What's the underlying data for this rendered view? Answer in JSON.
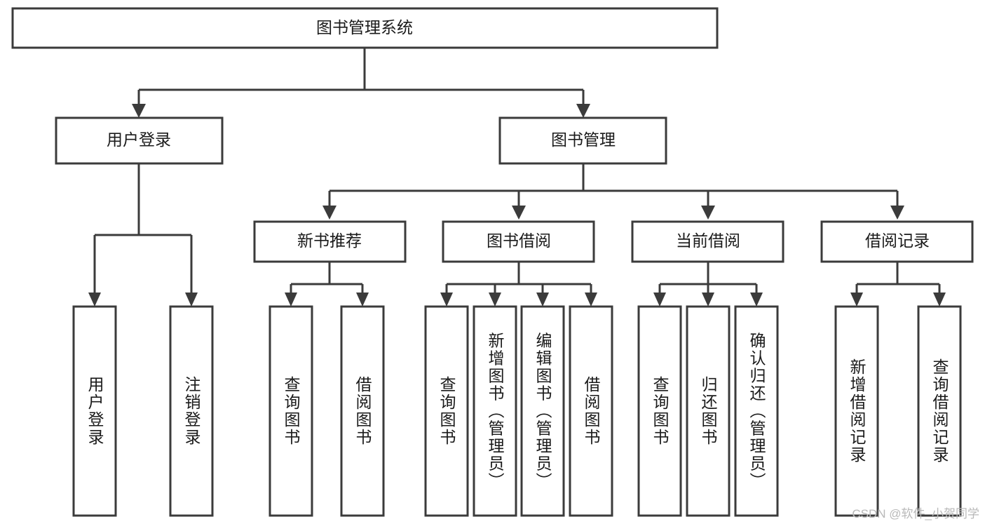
{
  "diagram": {
    "type": "tree-hierarchy-chart",
    "title": "图书管理系统",
    "watermark": "CSDN @软件_小贺同学",
    "colors": {
      "box_stroke": "#3b3b3b",
      "box_fill": "#ffffff",
      "text": "#1a1a1a",
      "background": "#ffffff",
      "watermark": "#b9b9b9"
    },
    "levels": {
      "root": {
        "label": "图书管理系统"
      },
      "level2": [
        {
          "label": "用户登录"
        },
        {
          "label": "图书管理"
        }
      ],
      "level3": [
        {
          "label": "新书推荐"
        },
        {
          "label": "图书借阅"
        },
        {
          "label": "当前借阅"
        },
        {
          "label": "借阅记录"
        }
      ],
      "leaves": {
        "user_login": [
          {
            "label": "用户登录"
          },
          {
            "label": "注销登录"
          }
        ],
        "new_book_recommend": [
          {
            "label": "查询图书"
          },
          {
            "label": "借阅图书"
          }
        ],
        "book_borrow": [
          {
            "label": "查询图书"
          },
          {
            "label": "新增图书（管理员）"
          },
          {
            "label": "编辑图书（管理员）"
          },
          {
            "label": "借阅图书"
          }
        ],
        "current_borrow": [
          {
            "label": "查询图书"
          },
          {
            "label": "归还图书"
          },
          {
            "label": "确认归还（管理员）"
          }
        ],
        "borrow_record": [
          {
            "label": "新增借阅记录"
          },
          {
            "label": "查询借阅记录"
          }
        ]
      }
    }
  }
}
